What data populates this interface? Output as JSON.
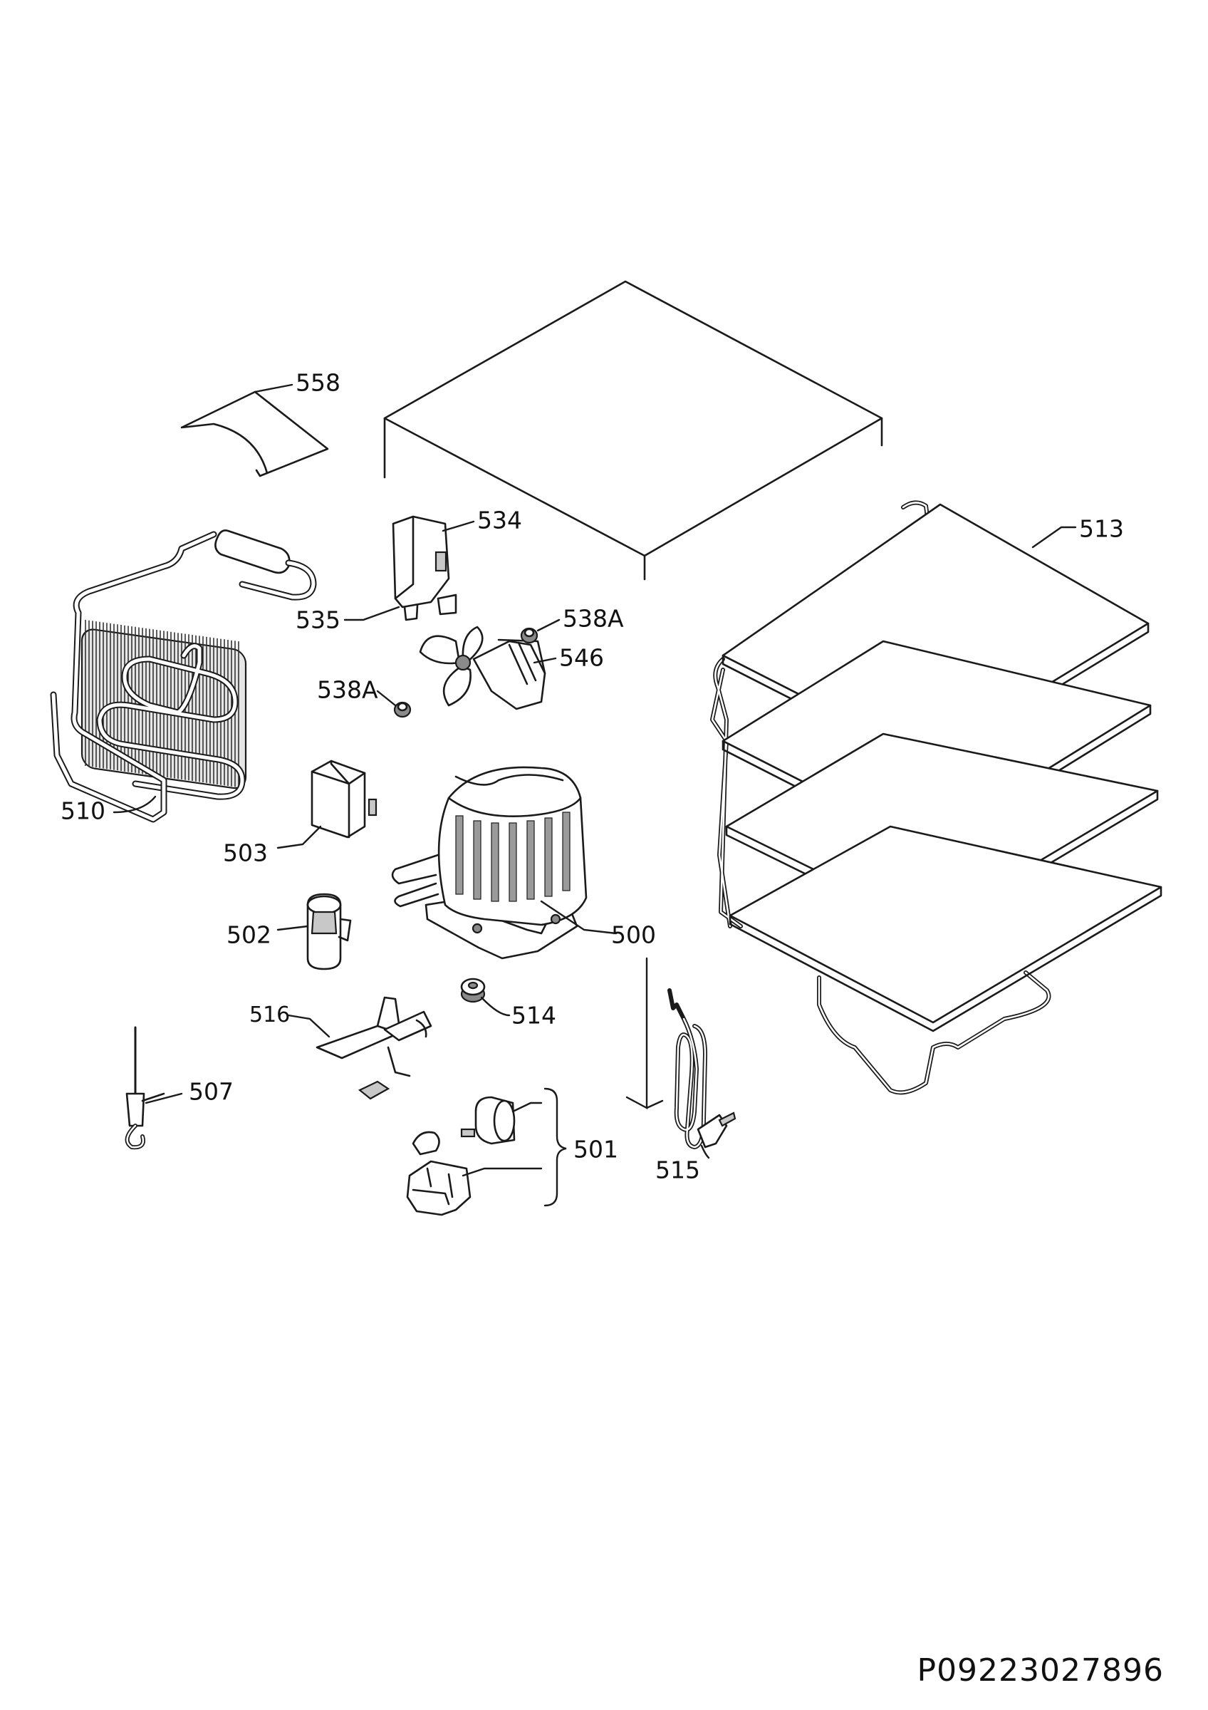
{
  "callouts": [
    {
      "id": "558",
      "text": "558"
    },
    {
      "id": "534",
      "text": "534"
    },
    {
      "id": "535",
      "text": "535"
    },
    {
      "id": "538A-right",
      "text": "538A"
    },
    {
      "id": "546",
      "text": "546"
    },
    {
      "id": "538A-left",
      "text": "538A"
    },
    {
      "id": "510",
      "text": "510"
    },
    {
      "id": "503",
      "text": "503"
    },
    {
      "id": "502",
      "text": "502"
    },
    {
      "id": "500",
      "text": "500"
    },
    {
      "id": "516",
      "text": "516"
    },
    {
      "id": "514",
      "text": "514"
    },
    {
      "id": "507",
      "text": "507"
    },
    {
      "id": "501",
      "text": "501"
    },
    {
      "id": "515",
      "text": "515"
    },
    {
      "id": "513",
      "text": "513"
    }
  ],
  "document_code": "P09223027896",
  "colors": {
    "ink": "#1a1a1a",
    "background": "#ffffff"
  }
}
